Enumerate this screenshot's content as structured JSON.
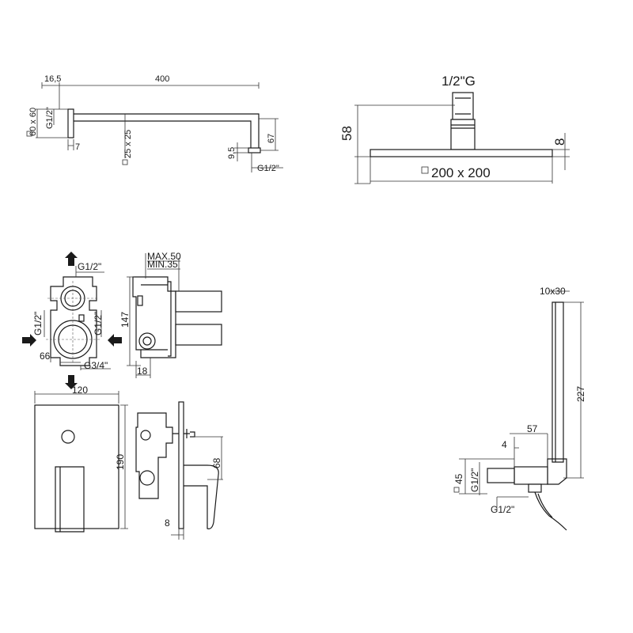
{
  "shower_arm": {
    "flange_offset": "16,5",
    "arm_length": "400",
    "flange_size": "60 x 60",
    "inlet_thread": "G1/2\"",
    "flange_depth": "7",
    "arm_section": "25 x 25",
    "drop_height": "67",
    "outlet_offset": "9,5",
    "outlet_thread": "G1/2\""
  },
  "shower_head": {
    "thread": "1/2\"G",
    "height": "58",
    "thickness": "8",
    "size": "200 x 200"
  },
  "valve_body": {
    "top_outlet": "G1/2\"",
    "left_outlet": "G1/2\"",
    "right_outlet": "G1/2\"",
    "width": "66",
    "bottom_inlet": "G3/4\"",
    "height": "147",
    "depth_max": "MAX.50",
    "depth_min": "MIN.35",
    "plate_depth": "18"
  },
  "cover_plate": {
    "width": "120",
    "height": "190",
    "lever_reach": "68",
    "plate_thickness": "8"
  },
  "hand_shower": {
    "handle_section": "10x30",
    "handle_length": "227",
    "elbow_length": "57",
    "elbow_offset": "4",
    "elbow_section": "45",
    "wall_thread": "G1/2\"",
    "hose_thread": "G1/2\""
  }
}
